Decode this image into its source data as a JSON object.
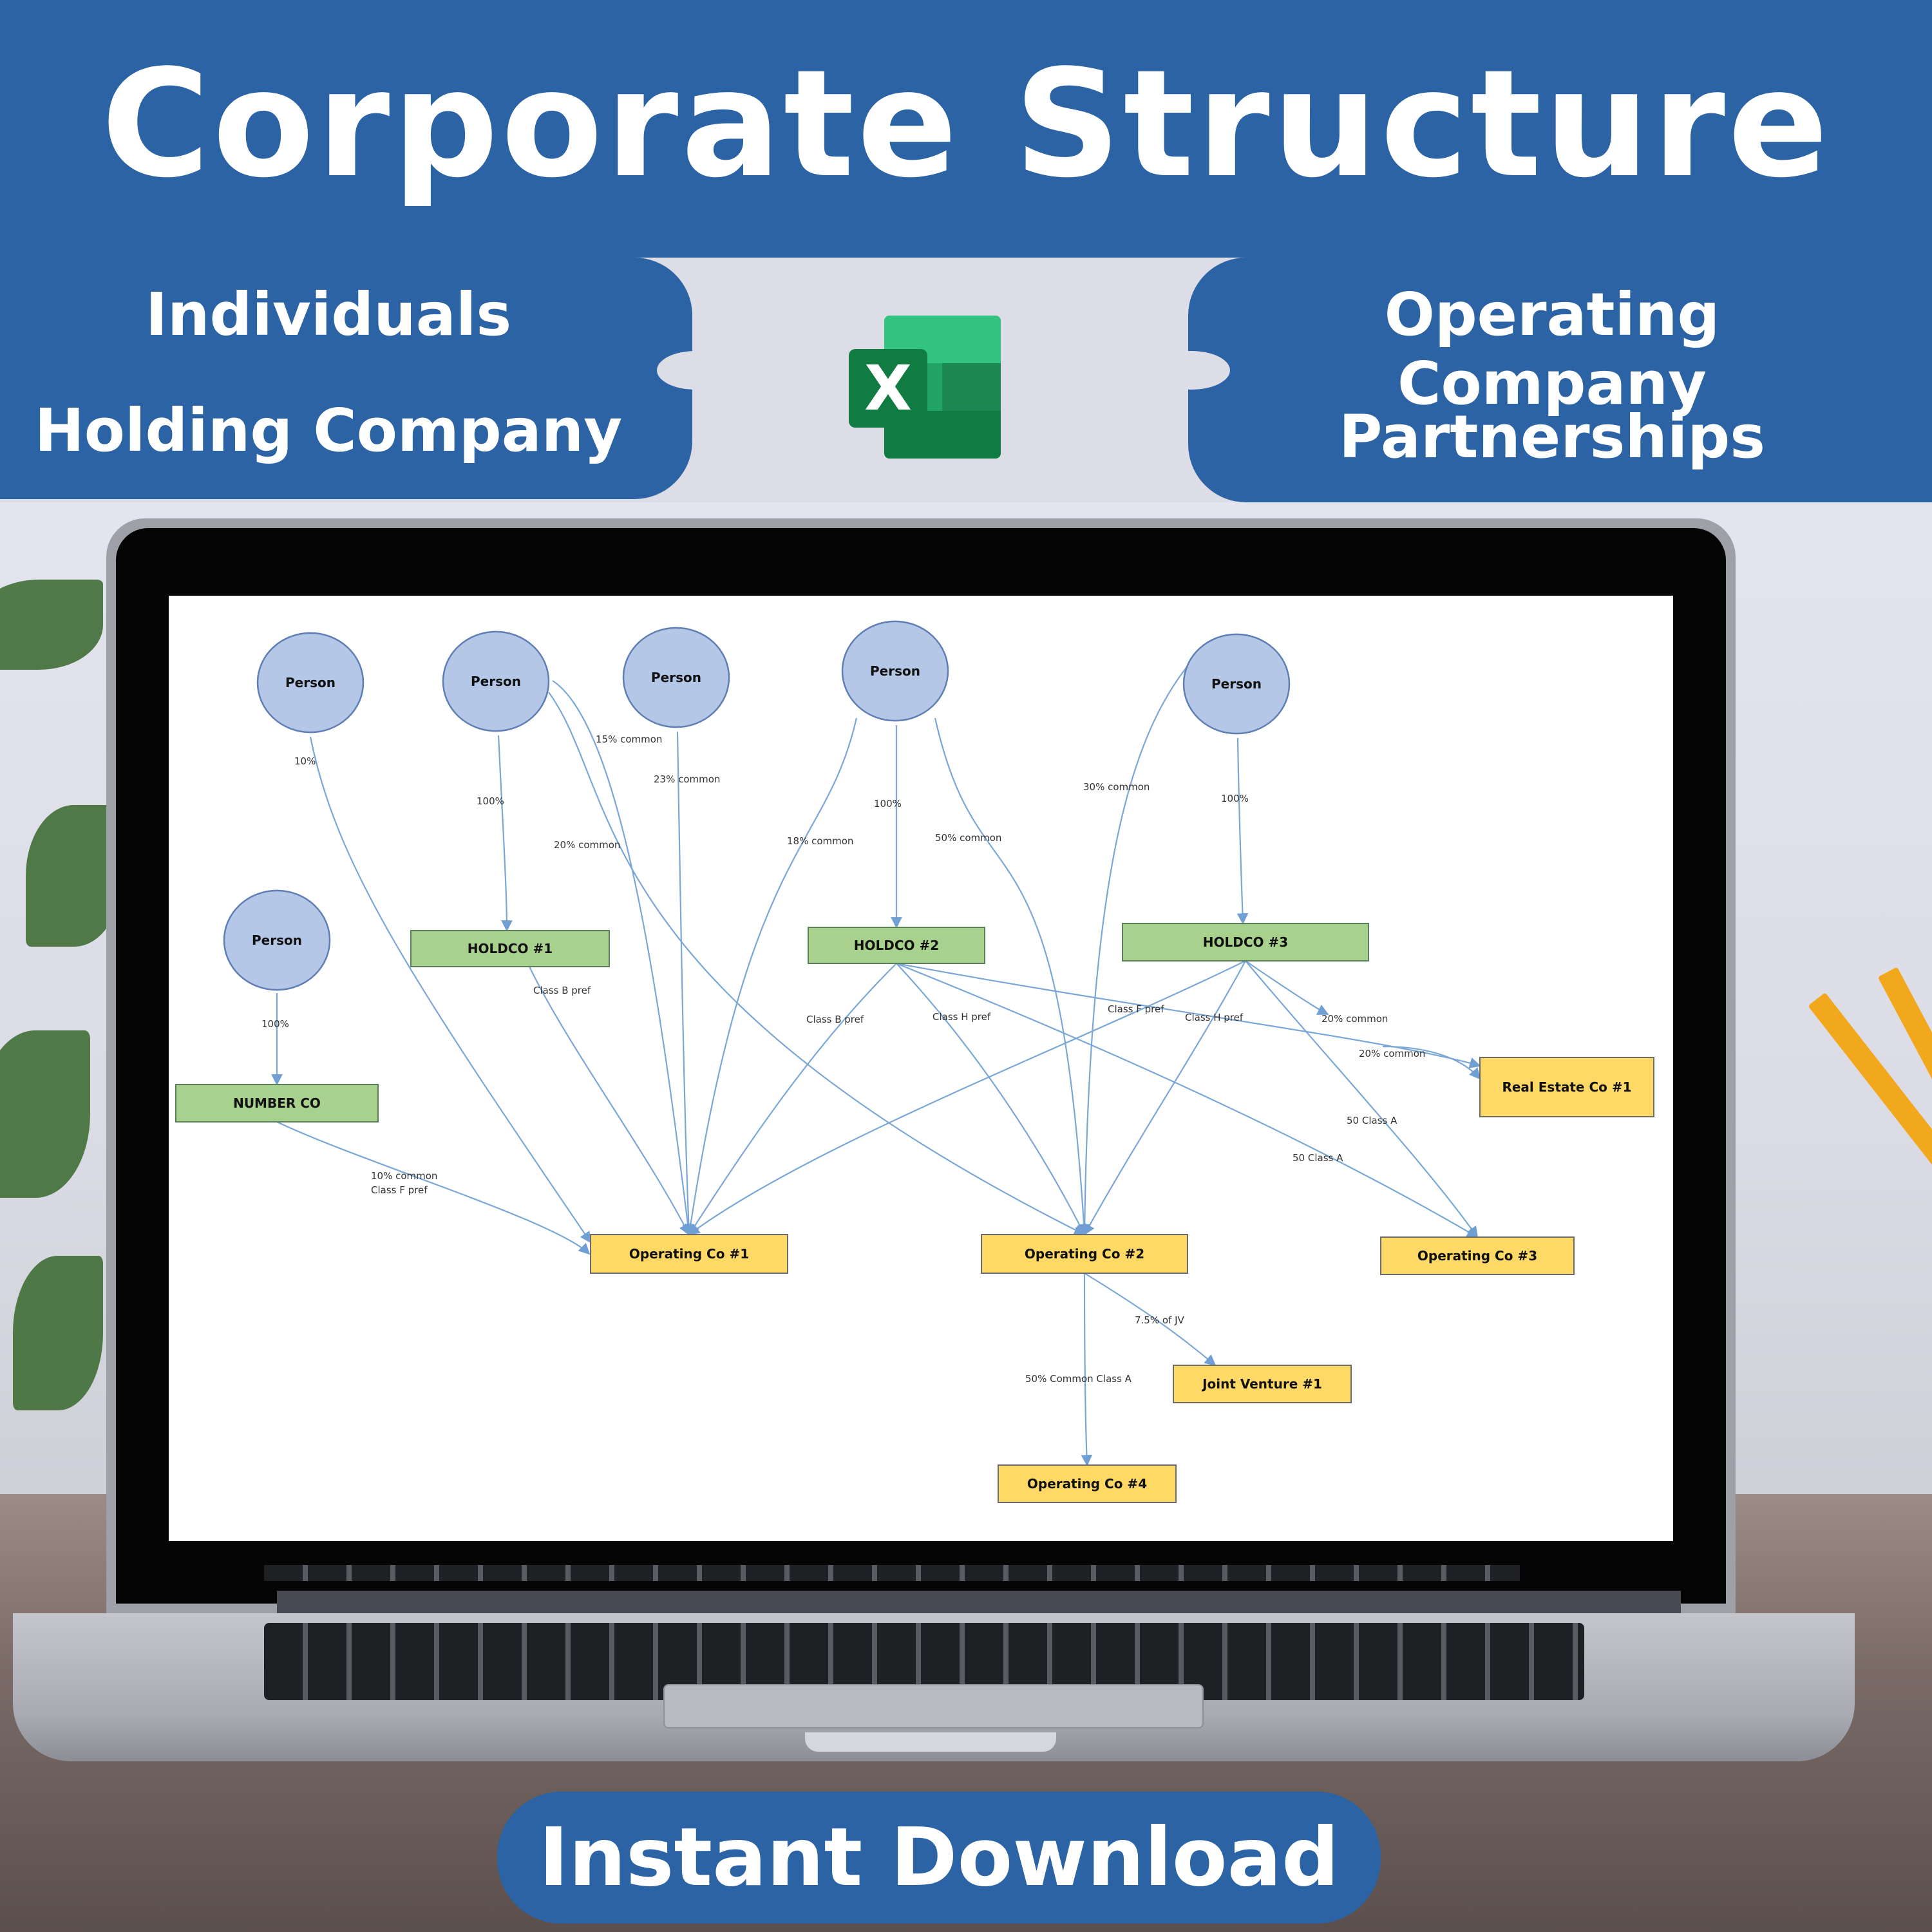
{
  "banner": {
    "title": "Corporate Structure",
    "features_left": [
      "Individuals",
      "Holding Company"
    ],
    "features_right": [
      "Operating Company",
      "Partnerships"
    ],
    "app_icon": "excel-icon",
    "app_icon_letter": "X",
    "cta_label": "Instant Download"
  },
  "colors": {
    "banner_blue": "#2b63a5",
    "person_fill": "#b4c7e7",
    "holdco_fill": "#a9d18e",
    "opco_fill": "#ffd966",
    "edge_blue": "#7aa7d6"
  },
  "diagram": {
    "nodes": [
      {
        "id": "p1",
        "type": "person",
        "label": "Person"
      },
      {
        "id": "p2",
        "type": "person",
        "label": "Person"
      },
      {
        "id": "p3",
        "type": "person",
        "label": "Person"
      },
      {
        "id": "p4",
        "type": "person",
        "label": "Person"
      },
      {
        "id": "p5",
        "type": "person",
        "label": "Person"
      },
      {
        "id": "p6",
        "type": "person",
        "label": "Person"
      },
      {
        "id": "h1",
        "type": "holdco",
        "label": "HOLDCO #1"
      },
      {
        "id": "h2",
        "type": "holdco",
        "label": "HOLDCO #2"
      },
      {
        "id": "h3",
        "type": "holdco",
        "label": "HOLDCO #3"
      },
      {
        "id": "nc",
        "type": "holdco",
        "label": "NUMBER CO"
      },
      {
        "id": "o1",
        "type": "opco",
        "label": "Operating Co #1"
      },
      {
        "id": "o2",
        "type": "opco",
        "label": "Operating Co #2"
      },
      {
        "id": "o3",
        "type": "opco",
        "label": "Operating Co #3"
      },
      {
        "id": "o4",
        "type": "opco",
        "label": "Operating Co #4"
      },
      {
        "id": "re",
        "type": "opco",
        "label": "Real Estate Co #1"
      },
      {
        "id": "jv",
        "type": "opco",
        "label": "Joint Venture #1"
      }
    ],
    "edges": [
      {
        "from": "p1",
        "to": "o1",
        "label": "10%"
      },
      {
        "from": "p2",
        "to": "h1",
        "label": "100%"
      },
      {
        "from": "p2",
        "to": "o1",
        "label": "15% common"
      },
      {
        "from": "p2",
        "to": "o2",
        "label": "20% common"
      },
      {
        "from": "p3",
        "to": "o1",
        "label": "23% common"
      },
      {
        "from": "p4",
        "to": "o1",
        "label": "18% common"
      },
      {
        "from": "p4",
        "to": "h2",
        "label": "100%"
      },
      {
        "from": "p4",
        "to": "o2",
        "label": "50% common"
      },
      {
        "from": "p5",
        "to": "o2",
        "label": "30% common"
      },
      {
        "from": "p5",
        "to": "h3",
        "label": "100%"
      },
      {
        "from": "p6",
        "to": "nc",
        "label": "100%"
      },
      {
        "from": "h1",
        "to": "o1",
        "label": "Class B pref"
      },
      {
        "from": "h2",
        "to": "o1",
        "label": "Class B pref"
      },
      {
        "from": "h2",
        "to": "o2",
        "label": "Class H pref"
      },
      {
        "from": "h2",
        "to": "re",
        "label": "Class F pref"
      },
      {
        "from": "h2",
        "to": "o3",
        "label": "50 Class A"
      },
      {
        "from": "h3",
        "to": "o1",
        "label": ""
      },
      {
        "from": "h3",
        "to": "o2",
        "label": "Class H pref"
      },
      {
        "from": "h3",
        "to": "re",
        "label": "20% common"
      },
      {
        "from": "h3",
        "to": "o3",
        "label": "50 Class A"
      },
      {
        "from": "nc",
        "to": "o1",
        "label": "10% common Class F pref"
      },
      {
        "from": "o2",
        "to": "re",
        "label": "20% common"
      },
      {
        "from": "o2",
        "to": "jv",
        "label": "7.5% of JV"
      },
      {
        "from": "o2",
        "to": "o4",
        "label": "50% Common Class A"
      }
    ]
  }
}
